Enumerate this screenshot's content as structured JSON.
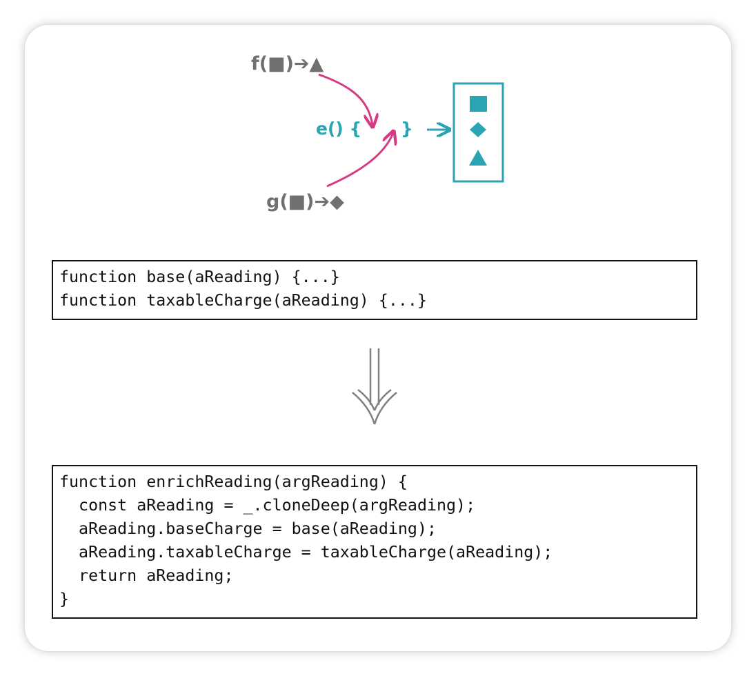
{
  "diagram": {
    "f_label": "f(■)➔▲",
    "g_label": "g(■)➔◆",
    "e_open": "e() {",
    "e_close": "}",
    "result_shapes": [
      "square",
      "diamond",
      "triangle"
    ],
    "colors": {
      "gray": "#707070",
      "teal": "#2aa3b3",
      "magenta": "#d63a82"
    }
  },
  "code_before": {
    "lines": [
      "function base(aReading) {...}",
      "function taxableCharge(aReading) {...}"
    ]
  },
  "transform_arrow": "down-double-arrow",
  "code_after": {
    "lines": [
      "function enrichReading(argReading) {",
      "  const aReading = _.cloneDeep(argReading);",
      "  aReading.baseCharge = base(aReading);",
      "  aReading.taxableCharge = taxableCharge(aReading);",
      "  return aReading;",
      "}"
    ]
  }
}
